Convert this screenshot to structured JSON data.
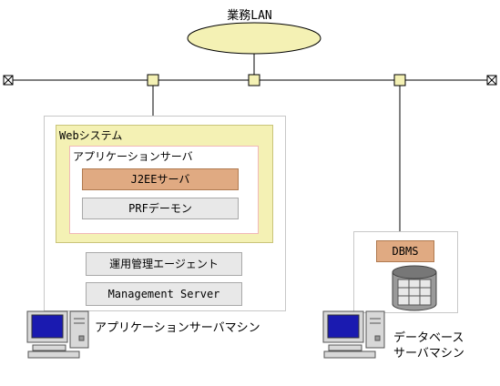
{
  "network": {
    "lan_label": "業務LAN"
  },
  "app_machine": {
    "caption": "アプリケーションサーバマシン",
    "web_system": {
      "label": "Webシステム",
      "app_server": {
        "label": "アプリケーションサーバ",
        "j2ee_label": "J2EEサーバ",
        "prf_label": "PRFデーモン"
      }
    },
    "agent_label": "運用管理エージェント",
    "management_label": "Management Server"
  },
  "db_machine": {
    "dbms_label": "DBMS",
    "caption_line1": "データベース",
    "caption_line2": "サーバマシン"
  },
  "colors": {
    "ellipse_fill": "#f4f1b4",
    "node_fill": "#f4f1b4",
    "j2ee_fill": "#e0aa82",
    "gray_box_fill": "#e8e8e8",
    "websys_fill": "#f4f1b4",
    "appsrv_border": "#f0b8b8"
  },
  "icons": [
    "lan-cloud-icon",
    "network-node-icon",
    "network-terminator-icon",
    "computer-icon",
    "database-icon"
  ]
}
